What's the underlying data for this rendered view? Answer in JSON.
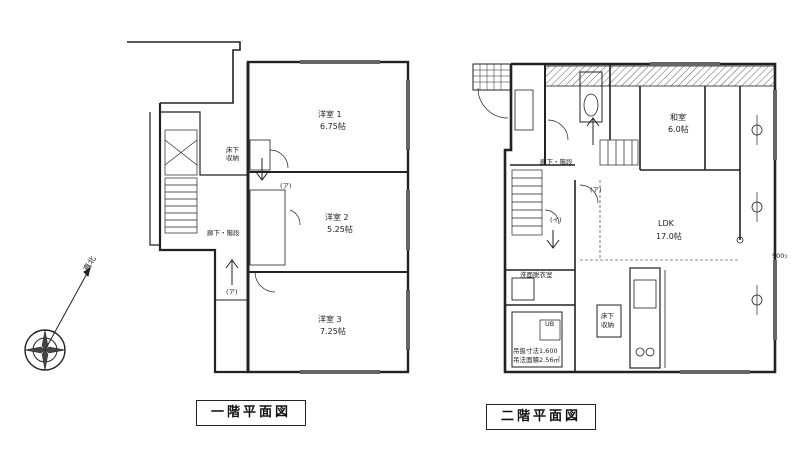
{
  "floor1": {
    "title": "一階平面図",
    "rooms": [
      {
        "name": "洋室 1",
        "size": "6.75帖"
      },
      {
        "name": "洋室 2",
        "size": "5.25帖"
      },
      {
        "name": "洋室 3",
        "size": "7.25帖"
      }
    ],
    "labels": {
      "storage": "床下",
      "storage2": "収納",
      "hallway": "廊下・階段",
      "door_a1": "(ア)",
      "door_a2": "(ア)"
    }
  },
  "floor2": {
    "title": "二階平面図",
    "rooms": [
      {
        "name": "和室",
        "size": "6.0帖"
      },
      {
        "name": "LDK",
        "size": "17.0帖"
      }
    ],
    "labels": {
      "hallway": "廊下・階段",
      "washroom": "洗面脱衣室",
      "storage": "床下",
      "storage2": "収納",
      "bath1": "吊扱寸法1,600",
      "bath2": "吊法面積2.56㎡",
      "door_a": "(ア)",
      "door_i": "(イ)",
      "ub": "UB",
      "dim": "500ｼ"
    }
  },
  "compass": {
    "label": "真北"
  }
}
